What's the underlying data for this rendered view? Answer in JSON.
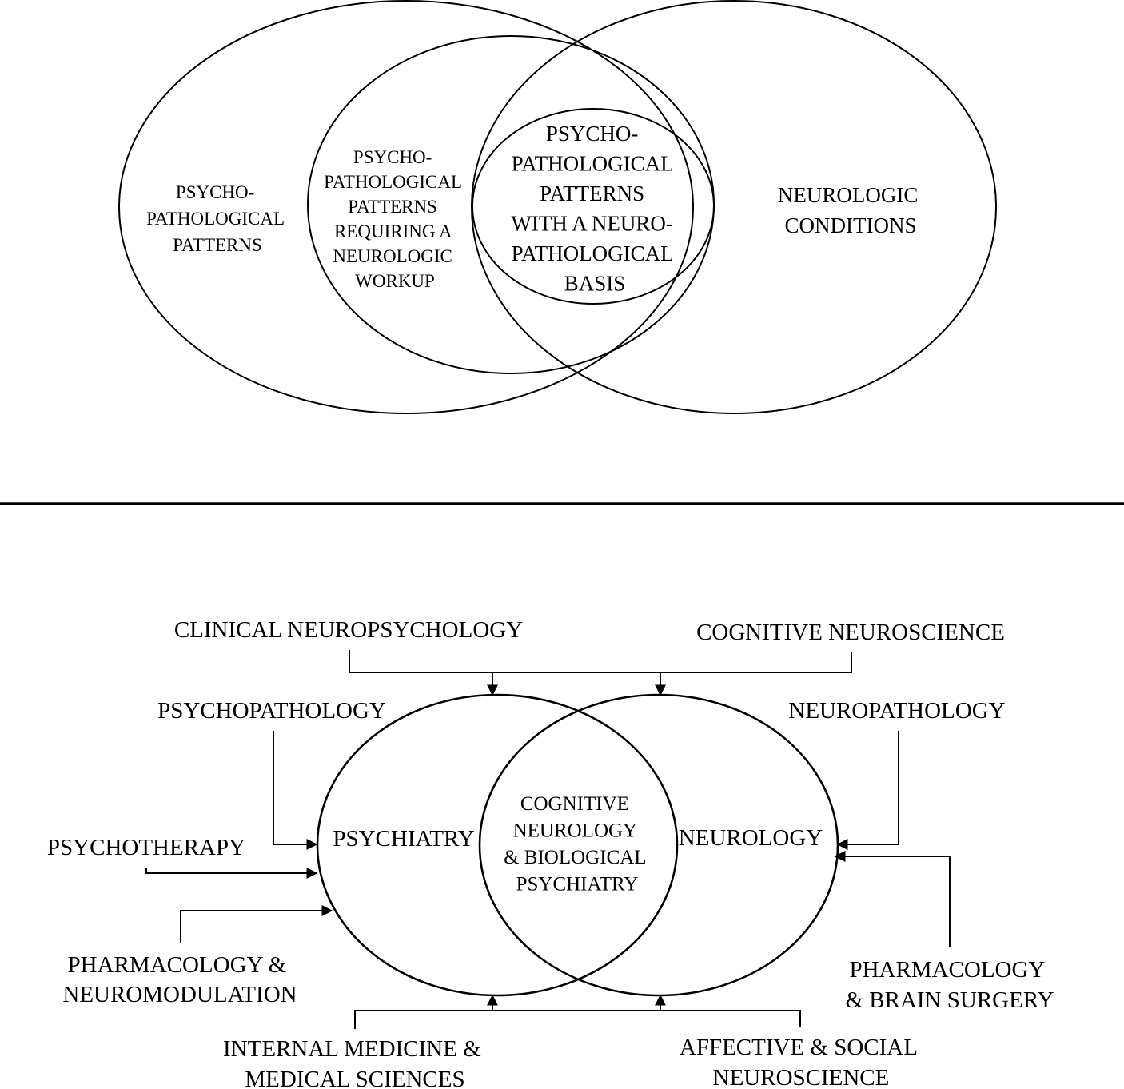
{
  "top_diagram": {
    "regions": {
      "psychopathological_patterns": [
        "PSYCHO-",
        "PATHOLOGICAL",
        "PATTERNS"
      ],
      "requiring_workup": [
        "PSYCHO-",
        "PATHOLOGICAL",
        "PATTERNS",
        "REQUIRING A",
        "NEUROLOGIC",
        "WORKUP"
      ],
      "neuropathological_basis": [
        "PSYCHO-",
        "PATHOLOGICAL",
        "PATTERNS",
        "WITH A NEURO-",
        "PATHOLOGICAL",
        "BASIS"
      ],
      "neurologic_conditions": [
        "NEUROLOGIC",
        "CONDITIONS"
      ]
    }
  },
  "bottom_diagram": {
    "circles": {
      "psychiatry": "PSYCHIATRY",
      "neurology": "NEUROLOGY",
      "intersection": [
        "COGNITIVE",
        "NEUROLOGY",
        "& BIOLOGICAL",
        "PSYCHIATRY"
      ]
    },
    "inputs": {
      "clinical_neuropsychology": [
        "CLINICAL NEUROPSYCHOLOGY"
      ],
      "cognitive_neuroscience": [
        "COGNITIVE NEUROSCIENCE"
      ],
      "psychopathology": [
        "PSYCHOPATHOLOGY"
      ],
      "neuropathology": [
        "NEUROPATHOLOGY"
      ],
      "psychotherapy": [
        "PSYCHOTHERAPY"
      ],
      "pharmacology_neuromodulation": [
        "PHARMACOLOGY &",
        "NEUROMODULATION"
      ],
      "pharmacology_brain_surgery": [
        "PHARMACOLOGY",
        "& BRAIN SURGERY"
      ],
      "internal_medicine": [
        "INTERNAL MEDICINE &",
        "MEDICAL SCIENCES"
      ],
      "affective_social": [
        "AFFECTIVE & SOCIAL",
        "NEUROSCIENCE"
      ]
    }
  }
}
